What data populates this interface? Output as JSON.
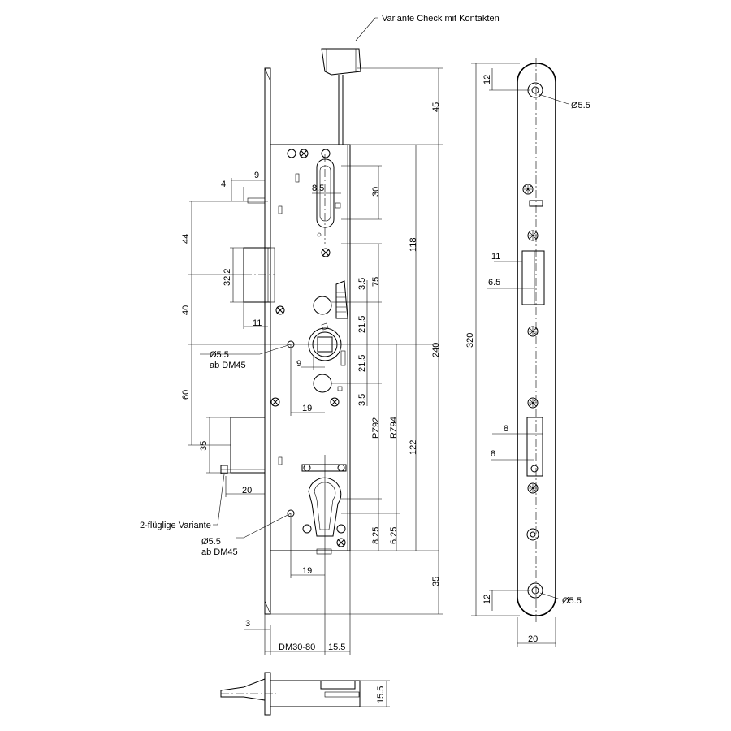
{
  "labels": {
    "variant_check": "Variante Check mit Kontakten",
    "two_leaf": "2-flüglige Variante",
    "hole_note_1_a": "Ø5.5",
    "hole_note_1_b": "ab DM45",
    "hole_note_2_a": "Ø5.5",
    "hole_note_2_b": "ab DM45",
    "faceplate_hole_top": "Ø5.5",
    "faceplate_hole_bottom": "Ø5.5"
  },
  "dimensions": {
    "d_9_top": "9",
    "d_4": "4",
    "d_44": "44",
    "d_32_2": "32.2",
    "d_40": "40",
    "d_11_left": "11",
    "d_60": "60",
    "d_35_left": "35",
    "d_20_left": "20",
    "d_3": "3",
    "d_dm": "DM30-80",
    "d_15_5": "15.5",
    "d_15_5_bottom": "15.5",
    "d_8_5": "8.5",
    "d_30": "30",
    "d_3_5_a": "3.5",
    "d_75": "75",
    "d_21_5_a": "21.5",
    "d_9_mid": "9",
    "d_21_5_b": "21.5",
    "d_3_5_b": "3.5",
    "d_19_a": "19",
    "d_19_b": "19",
    "d_pz92": "PZ92",
    "d_rz94": "RZ94",
    "d_8_25": "8.25",
    "d_6_25": "6.25",
    "d_122": "122",
    "d_45": "45",
    "d_118": "118",
    "d_240": "240",
    "d_35_right": "35",
    "d_320": "320",
    "d_12_top": "12",
    "d_12_bottom": "12",
    "d_11_fp": "11",
    "d_6_5": "6.5",
    "d_8_a": "8",
    "d_8_b": "8",
    "d_20_fp": "20"
  },
  "colors": {
    "line": "#000000",
    "background": "#ffffff"
  }
}
